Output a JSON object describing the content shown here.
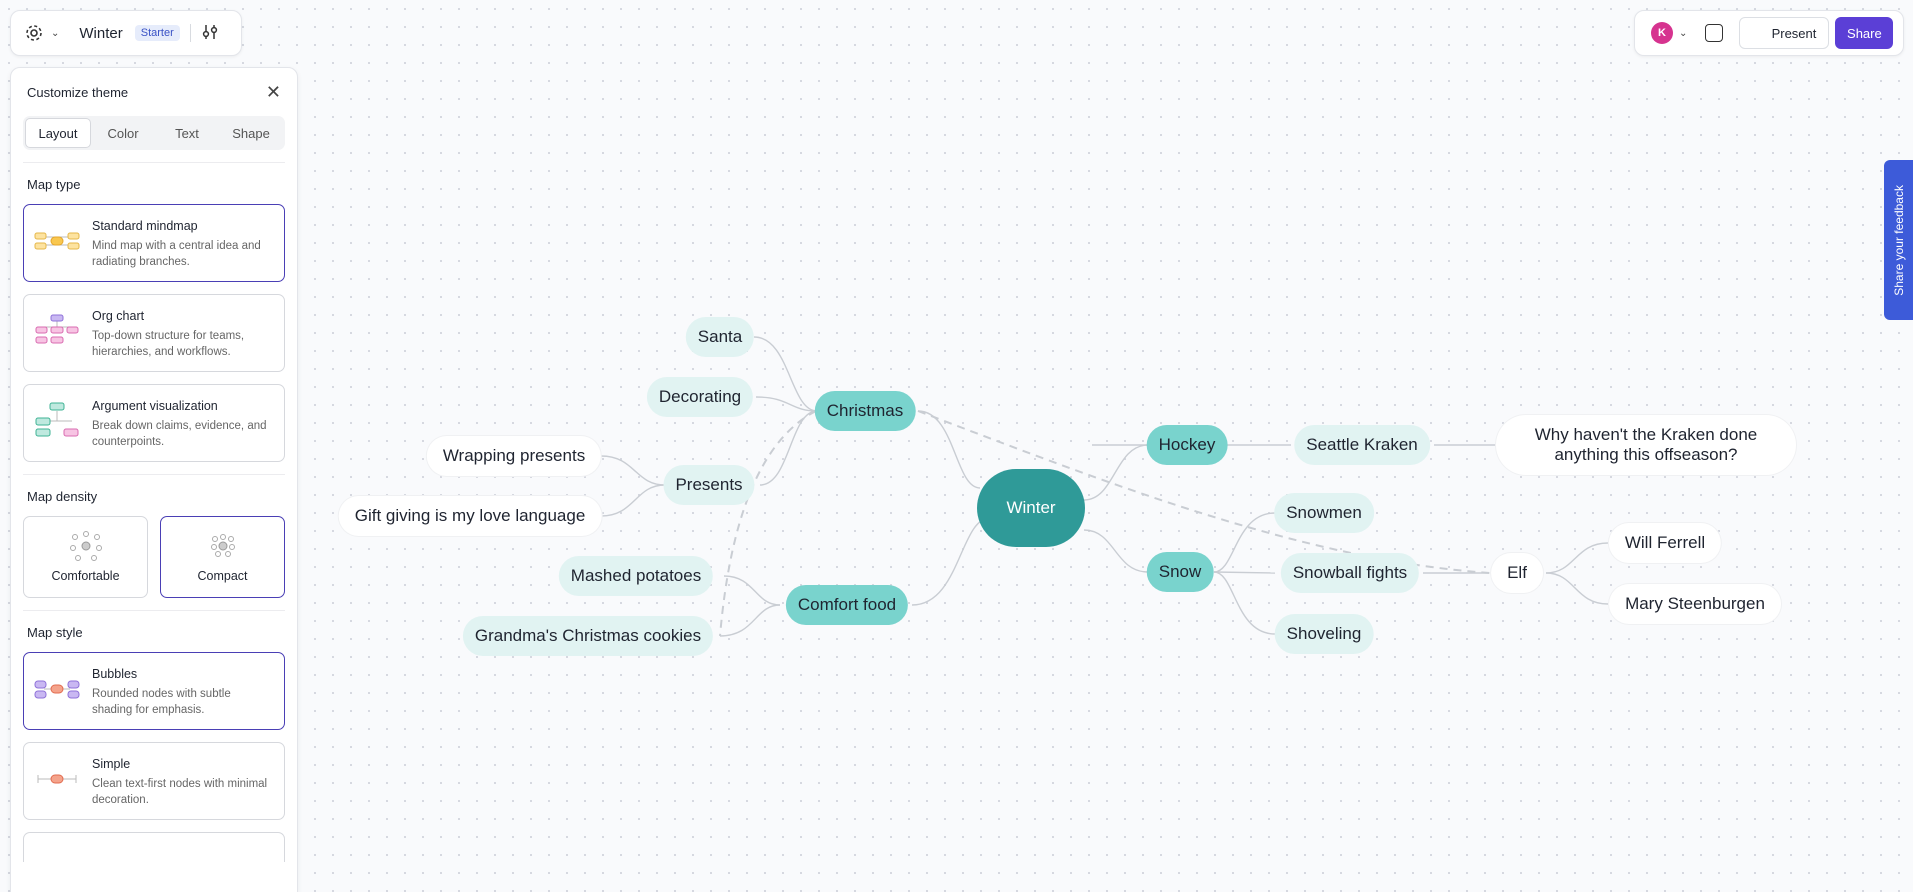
{
  "header": {
    "title": "Winter",
    "plan_badge": "Starter"
  },
  "topright": {
    "avatar_initial": "K",
    "present_label": "Present",
    "share_label": "Share"
  },
  "feedback": {
    "label": "Share your feedback"
  },
  "panel": {
    "title": "Customize theme",
    "tabs": [
      {
        "label": "Layout",
        "active": true
      },
      {
        "label": "Color",
        "active": false
      },
      {
        "label": "Text",
        "active": false
      },
      {
        "label": "Shape",
        "active": false
      }
    ],
    "map_type": {
      "label": "Map type",
      "options": [
        {
          "title": "Standard mindmap",
          "desc": "Mind map with a central idea and radiating branches.",
          "selected": true
        },
        {
          "title": "Org chart",
          "desc": "Top-down structure for teams, hierarchies, and workflows.",
          "selected": false
        },
        {
          "title": "Argument visualization",
          "desc": "Break down claims, evidence, and counterpoints.",
          "selected": false
        }
      ]
    },
    "map_density": {
      "label": "Map density",
      "options": [
        {
          "label": "Comfortable",
          "selected": false
        },
        {
          "label": "Compact",
          "selected": true
        }
      ]
    },
    "map_style": {
      "label": "Map style",
      "options": [
        {
          "title": "Bubbles",
          "desc": "Rounded nodes with subtle shading for emphasis.",
          "selected": true
        },
        {
          "title": "Simple",
          "desc": "Clean text-first nodes with minimal decoration.",
          "selected": false
        }
      ]
    }
  },
  "mindmap": {
    "root": "Winter",
    "christmas": "Christmas",
    "santa": "Santa",
    "decorating": "Decorating",
    "presents": "Presents",
    "wrapping": "Wrapping presents",
    "gift_giving": "Gift giving is my love language",
    "comfort_food": "Comfort food",
    "mashed": "Mashed potatoes",
    "cookies": "Grandma's Christmas cookies",
    "hockey": "Hockey",
    "kraken": "Seattle Kraken",
    "kraken_q": "Why haven't the Kraken done anything this offseason?",
    "snow": "Snow",
    "snowmen": "Snowmen",
    "snowball": "Snowball fights",
    "shoveling": "Shoveling",
    "elf": "Elf",
    "ferrell": "Will Ferrell",
    "steenburgen": "Mary Steenburgen"
  },
  "colors": {
    "accent": "#5b3fd6",
    "root_node": "#2f9a98",
    "level1_node": "#79d3cd",
    "level2_node": "#e1f3f2",
    "feedback_tab": "#3d5bd9"
  }
}
